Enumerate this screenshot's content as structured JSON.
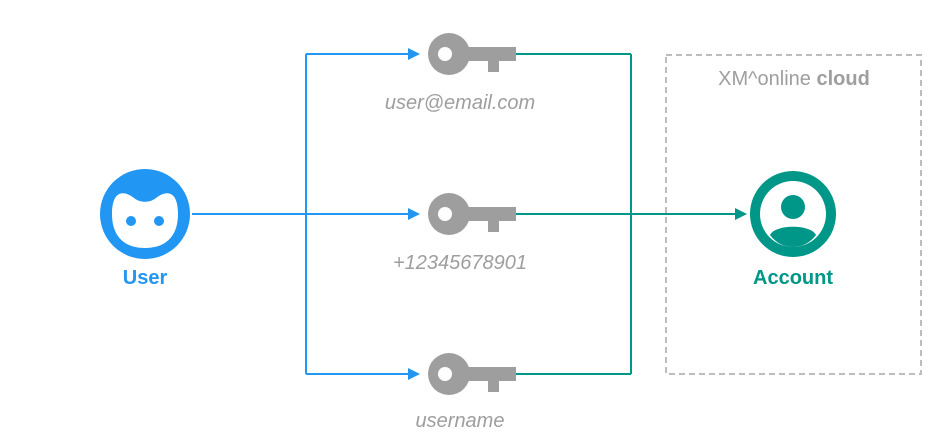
{
  "colors": {
    "user_blue": "#2196f3",
    "account_teal": "#009688",
    "key_gray": "#9e9e9e",
    "label_gray": "#9e9e9e",
    "cloud_border": "#bdbdbd"
  },
  "user": {
    "label": "User",
    "icon": "user-face-icon"
  },
  "account": {
    "label": "Account",
    "icon": "account-circle-icon"
  },
  "cloud": {
    "label_prefix": "XM^online",
    "label_bold": "cloud"
  },
  "keys": [
    {
      "label": "user@email.com",
      "icon": "key-icon"
    },
    {
      "label": "+12345678901",
      "icon": "key-icon"
    },
    {
      "label": "username",
      "icon": "key-icon"
    }
  ]
}
